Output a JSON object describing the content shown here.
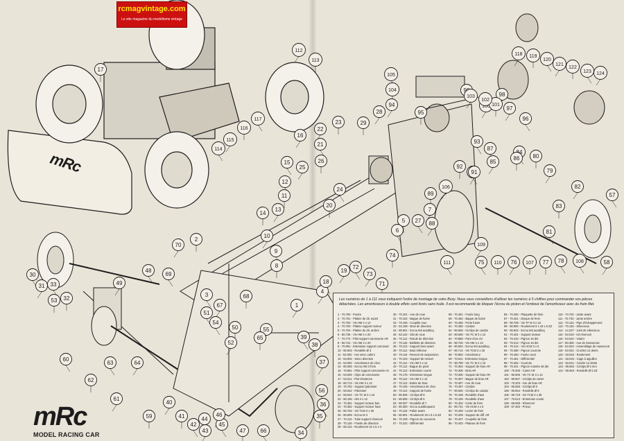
{
  "banner": {
    "site": "rcmagvintage.com",
    "tagline": "Le site magazine du modélisme vintage"
  },
  "logo": {
    "mark": "mRc",
    "wordmark": "MODEL RACING CAR"
  },
  "board_mark": "mRc",
  "part_numbers": [
    "1",
    "2",
    "3",
    "4",
    "5",
    "6",
    "7",
    "8",
    "9",
    "10",
    "11",
    "12",
    "13",
    "14",
    "15",
    "16",
    "17",
    "18",
    "19",
    "20",
    "21",
    "22",
    "23",
    "24",
    "25",
    "26",
    "27",
    "28",
    "29",
    "30",
    "31",
    "32",
    "33",
    "34",
    "35",
    "36",
    "37",
    "38",
    "39",
    "40",
    "41",
    "42",
    "43",
    "44",
    "45",
    "46",
    "47",
    "48",
    "49",
    "50",
    "51",
    "52",
    "53",
    "54",
    "55",
    "56",
    "57",
    "58",
    "59",
    "60",
    "61",
    "62",
    "63",
    "64",
    "65",
    "66",
    "67",
    "68",
    "69",
    "70",
    "71",
    "72",
    "73",
    "74",
    "75",
    "76",
    "77",
    "78",
    "79",
    "80",
    "81",
    "82",
    "83",
    "84",
    "85",
    "86",
    "87",
    "88",
    "89",
    "90",
    "91",
    "92",
    "93",
    "94",
    "95",
    "96",
    "97",
    "98",
    "99",
    "100",
    "101",
    "102",
    "103",
    "104",
    "105",
    "106",
    "107",
    "108",
    "109",
    "110",
    "111",
    "112",
    "113",
    "114",
    "115",
    "116",
    "117",
    "118",
    "119",
    "120",
    "121",
    "122",
    "123",
    "124"
  ],
  "parts_panel": {
    "intro": "Les numéros de 1 à 111 vous indiquent l'ordre de montage de votre Buxy. Nous vous conseillons d'utiliser les numéros à 5 chiffres pour commander vos pièces détachées. Les amortisseurs à double effets sont livrés sans huile. Il est recommandé de bloquer l'écrou du piston et l'embout de l'amortisseur avec du frein filet.",
    "columns": [
      [
        "1 - 70.700 - Poutre",
        "2 - 70.701 - Platine de dir. avant",
        "3 - 70.702 - Vis HM 4 x 12",
        "4 - 70.703 - Platine support moteur",
        "5 - 70.704 - Platine de dir. arrière",
        "6 - 80.736 - Vis HM 4 x 20",
        "7 - 70.774 - Pilot support carrosserie AR",
        "8 - 80.741 - Vis HM 3 x 20",
        "9 - 70.091 - Entretoise support carrosserie",
        "10 - 80.603 - Rondelle Ø 3",
        "11 - 53.002 - Axe seivo cahiro",
        "12 - 53.004 - Seivo direction",
        "13 - 53.094 - Amortisseur de choc",
        "14 - 80.005 - Ecrou HM 3 frein",
        "15 - 70.861 - Pilot support carrosserie AV",
        "16 - 53.005 - Clips de carrosserie",
        "17 - 53.011 - Plot d'antenne",
        "18 - 80.713 - Vis HM 3 x 12",
        "19 - 70.762 - Support palonnier",
        "20 - 59.022 - Palonnier",
        "21 - 59.024 - Vis TC M 3 x 16",
        "22 - 80.105 - HM 4 x 12",
        "23 - 70.351 - Support moteur bas",
        "24 - 70.352 - Support moteur haut",
        "25 - 80.753 - Vis TCM 3 x 30",
        "26 - 80.609 - Ecrou M 3",
        "27 - 70.113 - Tube support réservoir",
        "28 - 70.126 - Fixette de direction",
        "29 - 80.124 - Roulement 10 x 5 x 3"
      ],
      [
        "30 - 70.101 - Axe de roue",
        "31 - 70.102 - Bague de fusée",
        "32 - 70.106 - Coupille roue",
        "33 - 53.108 - Bras de direction",
        "34 - 80.601 - Ecrou M3 autobloq",
        "35 - 53.110 - Silo de roue",
        "36 - 70.112 - Rotule de direction",
        "37 - 70.115 - Biellette de direction",
        "38 - 70.113 - Support bras avant",
        "39 - 70.114 - Bras inférieur",
        "40 - 70.116 - Ressort de suspension",
        "41 - 70.103 - Support de ressort",
        "42 - 70.112 - Vis HM 3 x 12",
        "43 - 70.112 - Bague de pivot",
        "44 - 70.113 - Entretoise courte",
        "45 - 70.175 - Entretoise longue",
        "46 - 70.112 - Vis HM 3 x 12",
        "47 - 70.113 - Butée de bras",
        "48 - 70.106 - Amortisseur de choc",
        "49 - 70.113 - Support de fusée",
        "50 - 80.605 - Circlips Ø 8",
        "51 - 80.606 - Circlips Ø 6",
        "52 - 80.007 - Rondelle Ø 7",
        "53 - 80.300 - Ecrou autobloquant",
        "54 - 70.116 - Palier avant",
        "55 - 80.901 - Roulement 19 x 8 x 6 ZZ",
        "56 - 70.109 - Pignon de couronne",
        "57 - 70.222 - Différentiel"
      ],
      [
        "58 - 70.451 - Fusée long",
        "59 - 70.452 - Bague de fusée",
        "60 - 70.455 - Porte fusée",
        "61 - 70.456 - Cardan",
        "62 - 90.606 - Circlips de cardan",
        "63 - 90.605 - Vis TC M 3 x 12",
        "64 - 70.858 - Pare-choc AV",
        "65 - 90.725 - Vis HM 4 x 12",
        "66 - 90.602 - Ecrou M4 autobloq",
        "67 - 90.714 - Vis TCM 3 x 25",
        "68 - 70.800 - Amortisseur",
        "69 - 70.811 - Entretoise longue",
        "70 - 90.789 - Vis TC M 3 x 10",
        "71 - 70.304 - Support de bras AR",
        "72 - 70.305 - Bras AR",
        "73 - 70.306 - Support de bras AR",
        "74 - 70.307 - Bague de bras AR",
        "75 - 70.307 - Axe de roue",
        "76 - 70.457 - Cardan",
        "77 - 90.606 - Circlips de cardan",
        "78 - 70.108 - Rondelle d'axe",
        "79 - 70.109 - Rondelle d'axe",
        "80 - 70.402 - Carte de frein",
        "81 - 90.731 - Vis HCM 4 x 6",
        "82 - 70.400 - Levier de frein",
        "83 - 70.209 - Support de diff. AR",
        "84 - 70.407 - Coupelle de frein",
        "85 - 70.403 - Plateau de frein"
      ],
      [
        "86 - 70.400 - Plaquette de frein",
        "87 - 70.401 - Disque de frein",
        "88 - 90.709 - Vis TF M 3 x 16",
        "89 - 80.900 - Roulement 8 x 19 x 6 ZZ",
        "90 - 90.602 - Ecrou M3 autobloq",
        "91 - 70.401 - Support moteur",
        "92 - 70.210 - Pignon 15 dts",
        "93 - 70.213 - Pignon 16 dts",
        "94 - 70.214 - Vis HCM 3 x 6",
        "95 - 70.480 - Pignon courroie",
        "96 - 70.460 - Fusée court",
        "97 - 70.461 - Différentiel",
        "98 - 70.462 - Courroie",
        "99 - 70.341 - Pignon crantée 48 dts",
        "100 - 70.206 - Carter AR",
        "101 - 90.605 - Vis TC M 3 x 12",
        "102 - 90.607 - Circlips de carter",
        "103 - 70.203 - Axe de bras AR",
        "104 - 90.656 - Circlips Ø 8",
        "105 - 80.654 - Rondelle Ø 8",
        "106 - 90.719 - Vis TCM 3 x 35",
        "107 - 70.613 - Entretoise courte",
        "108 - 59.058 - Réservoir",
        "109 - 57.453 - Pneus"
      ],
      [
        "110 - 70.702 - Jante avant",
        "111 - 70.703 - Jante arrière",
        "112 - 70.124 - Pipe d'échappement",
        "113 - 70.125 - Silencieux",
        "114 - 14.237 - Joint de silencieux",
        "115 - 53.019 - Kit réservoir",
        "116 - 53.010 - Volant",
        "117 - 80.305 - Axe de massecote",
        "118 - 53.023 - Assemblage de massecote",
        "119 - 53.031 - Crochet 12 dents",
        "120 - 53.032 - Roulement",
        "121 - 53.034 - Cage à aiguilles",
        "122 - 53.041 - Cloche 13 dents",
        "123 - 90.652 - Circlips Ø 5 mm",
        "124 - 90.653 - Rondelle Ø 5 ZZ"
      ]
    ]
  },
  "colors": {
    "paper": "#e9e4d8",
    "ink": "#1c1c1c",
    "banner_red": "#cc1010",
    "banner_yellow": "#ffe600"
  }
}
